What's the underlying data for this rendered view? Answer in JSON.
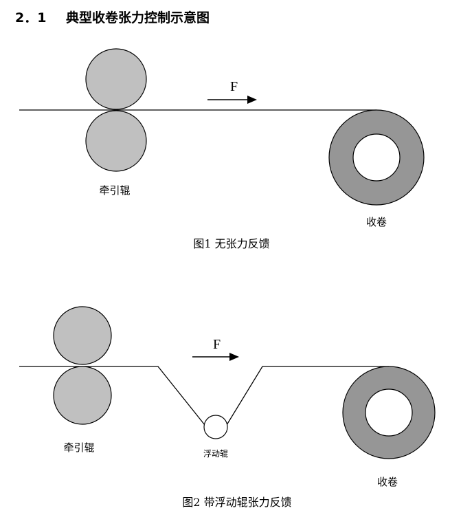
{
  "heading": {
    "number": "2．1",
    "title": "典型收卷张力控制示意图"
  },
  "figure1": {
    "force_label": "F",
    "traction_label": "牵引辊",
    "reel_label": "收卷",
    "caption": "图1  无张力反馈"
  },
  "figure2": {
    "force_label": "F",
    "traction_label": "牵引辊",
    "floating_label": "浮动辊",
    "reel_label": "收卷",
    "caption": "图2  带浮动辊张力反馈"
  },
  "colors": {
    "roller_fill": "#c0c0c0",
    "reel_fill": "#969696",
    "line": "#000000",
    "background": "#ffffff"
  }
}
